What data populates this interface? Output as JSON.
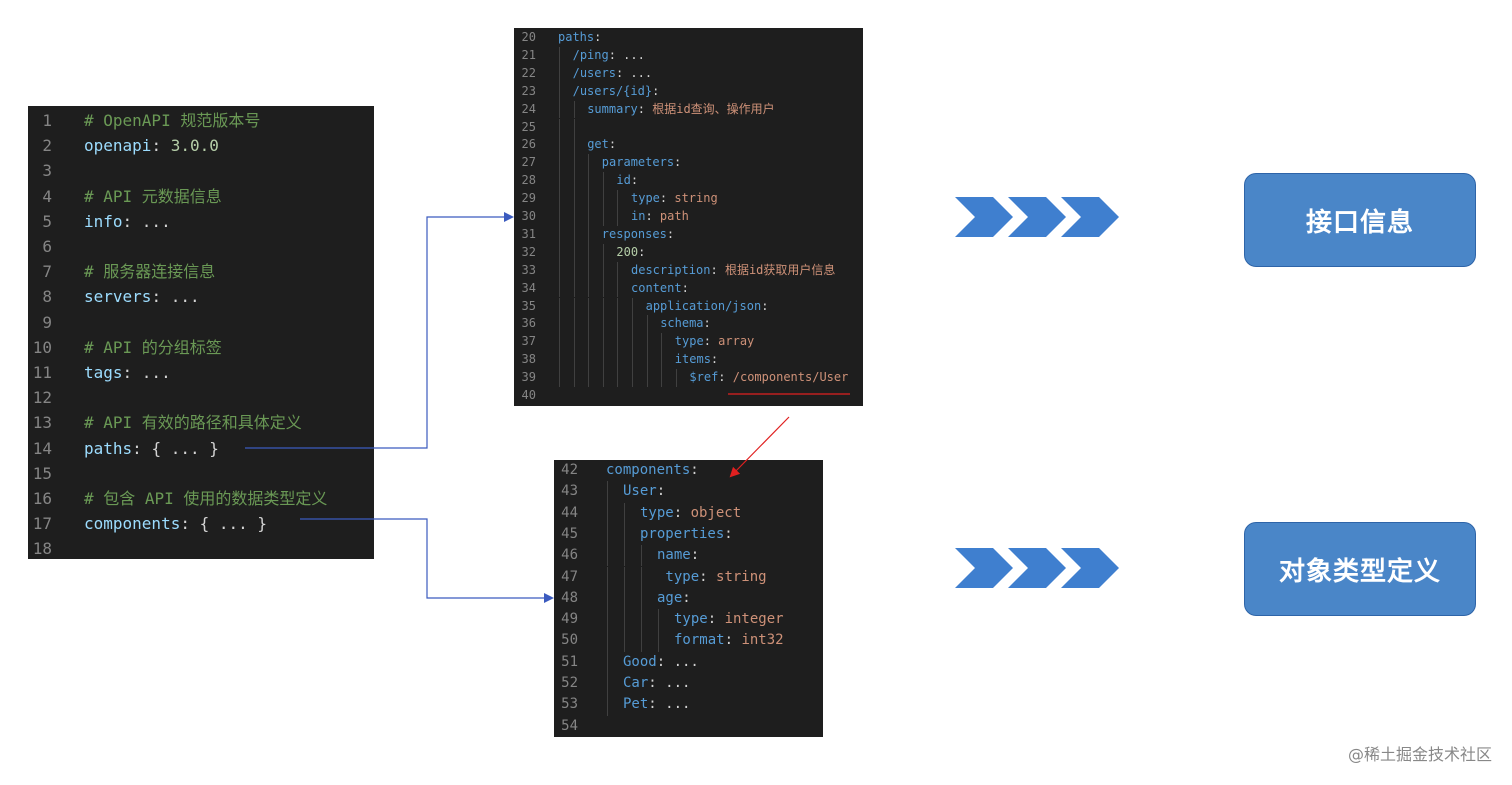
{
  "overview": {
    "lines": [
      {
        "n": "1",
        "indent": 0,
        "parts": [
          {
            "t": "# OpenAPI 规范版本号",
            "c": "c"
          }
        ]
      },
      {
        "n": "2",
        "indent": 0,
        "parts": [
          {
            "t": "openapi",
            "c": "kb"
          },
          {
            "t": ": ",
            "c": "w"
          },
          {
            "t": "3.0.0",
            "c": "n"
          }
        ]
      },
      {
        "n": "3",
        "indent": 0,
        "parts": []
      },
      {
        "n": "4",
        "indent": 0,
        "parts": [
          {
            "t": "# API 元数据信息",
            "c": "c"
          }
        ]
      },
      {
        "n": "5",
        "indent": 0,
        "parts": [
          {
            "t": "info",
            "c": "kb"
          },
          {
            "t": ": ...",
            "c": "w"
          }
        ]
      },
      {
        "n": "6",
        "indent": 0,
        "parts": []
      },
      {
        "n": "7",
        "indent": 0,
        "parts": [
          {
            "t": "# 服务器连接信息",
            "c": "c"
          }
        ]
      },
      {
        "n": "8",
        "indent": 0,
        "parts": [
          {
            "t": "servers",
            "c": "kb"
          },
          {
            "t": ": ...",
            "c": "w"
          }
        ]
      },
      {
        "n": "9",
        "indent": 0,
        "parts": []
      },
      {
        "n": "10",
        "indent": 0,
        "parts": [
          {
            "t": "# API 的分组标签",
            "c": "c"
          }
        ]
      },
      {
        "n": "11",
        "indent": 0,
        "parts": [
          {
            "t": "tags",
            "c": "kb"
          },
          {
            "t": ": ...",
            "c": "w"
          }
        ]
      },
      {
        "n": "12",
        "indent": 0,
        "parts": []
      },
      {
        "n": "13",
        "indent": 0,
        "parts": [
          {
            "t": "# API 有效的路径和具体定义",
            "c": "c"
          }
        ]
      },
      {
        "n": "14",
        "indent": 0,
        "parts": [
          {
            "t": "paths",
            "c": "kb"
          },
          {
            "t": ": { ... }",
            "c": "w"
          }
        ]
      },
      {
        "n": "15",
        "indent": 0,
        "parts": []
      },
      {
        "n": "16",
        "indent": 0,
        "parts": [
          {
            "t": "# 包含 API 使用的数据类型定义",
            "c": "c"
          }
        ]
      },
      {
        "n": "17",
        "indent": 0,
        "parts": [
          {
            "t": "components",
            "c": "kb"
          },
          {
            "t": ": { ... }",
            "c": "w"
          }
        ]
      },
      {
        "n": "18",
        "indent": 0,
        "parts": []
      }
    ]
  },
  "paths_panel": {
    "lines": [
      {
        "n": "20",
        "indent": 0,
        "parts": [
          {
            "t": "paths",
            "c": "k"
          },
          {
            "t": ":",
            "c": "w"
          }
        ]
      },
      {
        "n": "21",
        "indent": 1,
        "parts": [
          {
            "t": "/ping",
            "c": "k"
          },
          {
            "t": ": ...",
            "c": "w"
          }
        ]
      },
      {
        "n": "22",
        "indent": 1,
        "parts": [
          {
            "t": "/users",
            "c": "k"
          },
          {
            "t": ": ...",
            "c": "w"
          }
        ]
      },
      {
        "n": "23",
        "indent": 1,
        "parts": [
          {
            "t": "/users/{id}",
            "c": "k"
          },
          {
            "t": ":",
            "c": "w"
          }
        ]
      },
      {
        "n": "24",
        "indent": 2,
        "parts": [
          {
            "t": "summary",
            "c": "k"
          },
          {
            "t": ": ",
            "c": "w"
          },
          {
            "t": "根据id查询、操作用户",
            "c": "s"
          }
        ]
      },
      {
        "n": "25",
        "indent": 2,
        "parts": []
      },
      {
        "n": "26",
        "indent": 2,
        "parts": [
          {
            "t": "get",
            "c": "k"
          },
          {
            "t": ":",
            "c": "w"
          }
        ]
      },
      {
        "n": "27",
        "indent": 3,
        "parts": [
          {
            "t": "parameters",
            "c": "k"
          },
          {
            "t": ":",
            "c": "w"
          }
        ]
      },
      {
        "n": "28",
        "indent": 4,
        "parts": [
          {
            "t": "id",
            "c": "k"
          },
          {
            "t": ":",
            "c": "w"
          }
        ]
      },
      {
        "n": "29",
        "indent": 5,
        "parts": [
          {
            "t": "type",
            "c": "k"
          },
          {
            "t": ": ",
            "c": "w"
          },
          {
            "t": "string",
            "c": "s"
          }
        ]
      },
      {
        "n": "30",
        "indent": 5,
        "parts": [
          {
            "t": "in",
            "c": "k"
          },
          {
            "t": ": ",
            "c": "w"
          },
          {
            "t": "path",
            "c": "s"
          }
        ]
      },
      {
        "n": "31",
        "indent": 3,
        "parts": [
          {
            "t": "responses",
            "c": "k"
          },
          {
            "t": ":",
            "c": "w"
          }
        ]
      },
      {
        "n": "32",
        "indent": 4,
        "parts": [
          {
            "t": "200",
            "c": "n"
          },
          {
            "t": ":",
            "c": "w"
          }
        ]
      },
      {
        "n": "33",
        "indent": 5,
        "parts": [
          {
            "t": "description",
            "c": "k"
          },
          {
            "t": ": ",
            "c": "w"
          },
          {
            "t": "根据id获取用户信息",
            "c": "s"
          }
        ]
      },
      {
        "n": "34",
        "indent": 5,
        "parts": [
          {
            "t": "content",
            "c": "k"
          },
          {
            "t": ":",
            "c": "w"
          }
        ]
      },
      {
        "n": "35",
        "indent": 6,
        "parts": [
          {
            "t": "application/json",
            "c": "k"
          },
          {
            "t": ":",
            "c": "w"
          }
        ]
      },
      {
        "n": "36",
        "indent": 7,
        "parts": [
          {
            "t": "schema",
            "c": "k"
          },
          {
            "t": ":",
            "c": "w"
          }
        ]
      },
      {
        "n": "37",
        "indent": 8,
        "parts": [
          {
            "t": "type",
            "c": "k"
          },
          {
            "t": ": ",
            "c": "w"
          },
          {
            "t": "array",
            "c": "s"
          }
        ]
      },
      {
        "n": "38",
        "indent": 8,
        "parts": [
          {
            "t": "items",
            "c": "k"
          },
          {
            "t": ":",
            "c": "w"
          }
        ]
      },
      {
        "n": "39",
        "indent": 9,
        "parts": [
          {
            "t": "$ref",
            "c": "k"
          },
          {
            "t": ": ",
            "c": "w"
          },
          {
            "t": "/components/User",
            "c": "s"
          }
        ]
      },
      {
        "n": "40",
        "indent": 0,
        "parts": []
      }
    ]
  },
  "components_panel": {
    "lines": [
      {
        "n": "42",
        "indent": 0,
        "parts": [
          {
            "t": "components",
            "c": "k"
          },
          {
            "t": ":",
            "c": "w"
          }
        ]
      },
      {
        "n": "43",
        "indent": 1,
        "parts": [
          {
            "t": "User",
            "c": "k"
          },
          {
            "t": ":",
            "c": "w"
          }
        ]
      },
      {
        "n": "44",
        "indent": 2,
        "parts": [
          {
            "t": "type",
            "c": "k"
          },
          {
            "t": ": ",
            "c": "w"
          },
          {
            "t": "object",
            "c": "s"
          }
        ]
      },
      {
        "n": "45",
        "indent": 2,
        "parts": [
          {
            "t": "properties",
            "c": "k"
          },
          {
            "t": ":",
            "c": "w"
          }
        ]
      },
      {
        "n": "46",
        "indent": 3,
        "parts": [
          {
            "t": "name",
            "c": "k"
          },
          {
            "t": ":",
            "c": "w"
          }
        ]
      },
      {
        "n": "47",
        "indent": 3,
        "parts": [
          {
            "t": " type",
            "c": "k"
          },
          {
            "t": ": ",
            "c": "w"
          },
          {
            "t": "string",
            "c": "s"
          }
        ]
      },
      {
        "n": "48",
        "indent": 3,
        "parts": [
          {
            "t": "age",
            "c": "k"
          },
          {
            "t": ":",
            "c": "w"
          }
        ]
      },
      {
        "n": "49",
        "indent": 4,
        "parts": [
          {
            "t": "type",
            "c": "k"
          },
          {
            "t": ": ",
            "c": "w"
          },
          {
            "t": "integer",
            "c": "s"
          }
        ]
      },
      {
        "n": "50",
        "indent": 4,
        "parts": [
          {
            "t": "format",
            "c": "k"
          },
          {
            "t": ": ",
            "c": "w"
          },
          {
            "t": "int32",
            "c": "s"
          }
        ]
      },
      {
        "n": "51",
        "indent": 1,
        "parts": [
          {
            "t": "Good",
            "c": "k"
          },
          {
            "t": ": ...",
            "c": "w"
          }
        ]
      },
      {
        "n": "52",
        "indent": 1,
        "parts": [
          {
            "t": "Car",
            "c": "k"
          },
          {
            "t": ": ...",
            "c": "w"
          }
        ]
      },
      {
        "n": "53",
        "indent": 1,
        "parts": [
          {
            "t": "Pet",
            "c": "k"
          },
          {
            "t": ": ...",
            "c": "w"
          }
        ]
      },
      {
        "n": "54",
        "indent": 0,
        "parts": []
      }
    ]
  },
  "labels": {
    "api_info": "接口信息",
    "object_types": "对象类型定义"
  },
  "watermark": "@稀土掘金技术社区",
  "colors": {
    "box_fill": "#4a86c8",
    "chevron": "#3f7fcf",
    "connector": "#3b5bbf",
    "ref_arrow": "#e02020"
  }
}
